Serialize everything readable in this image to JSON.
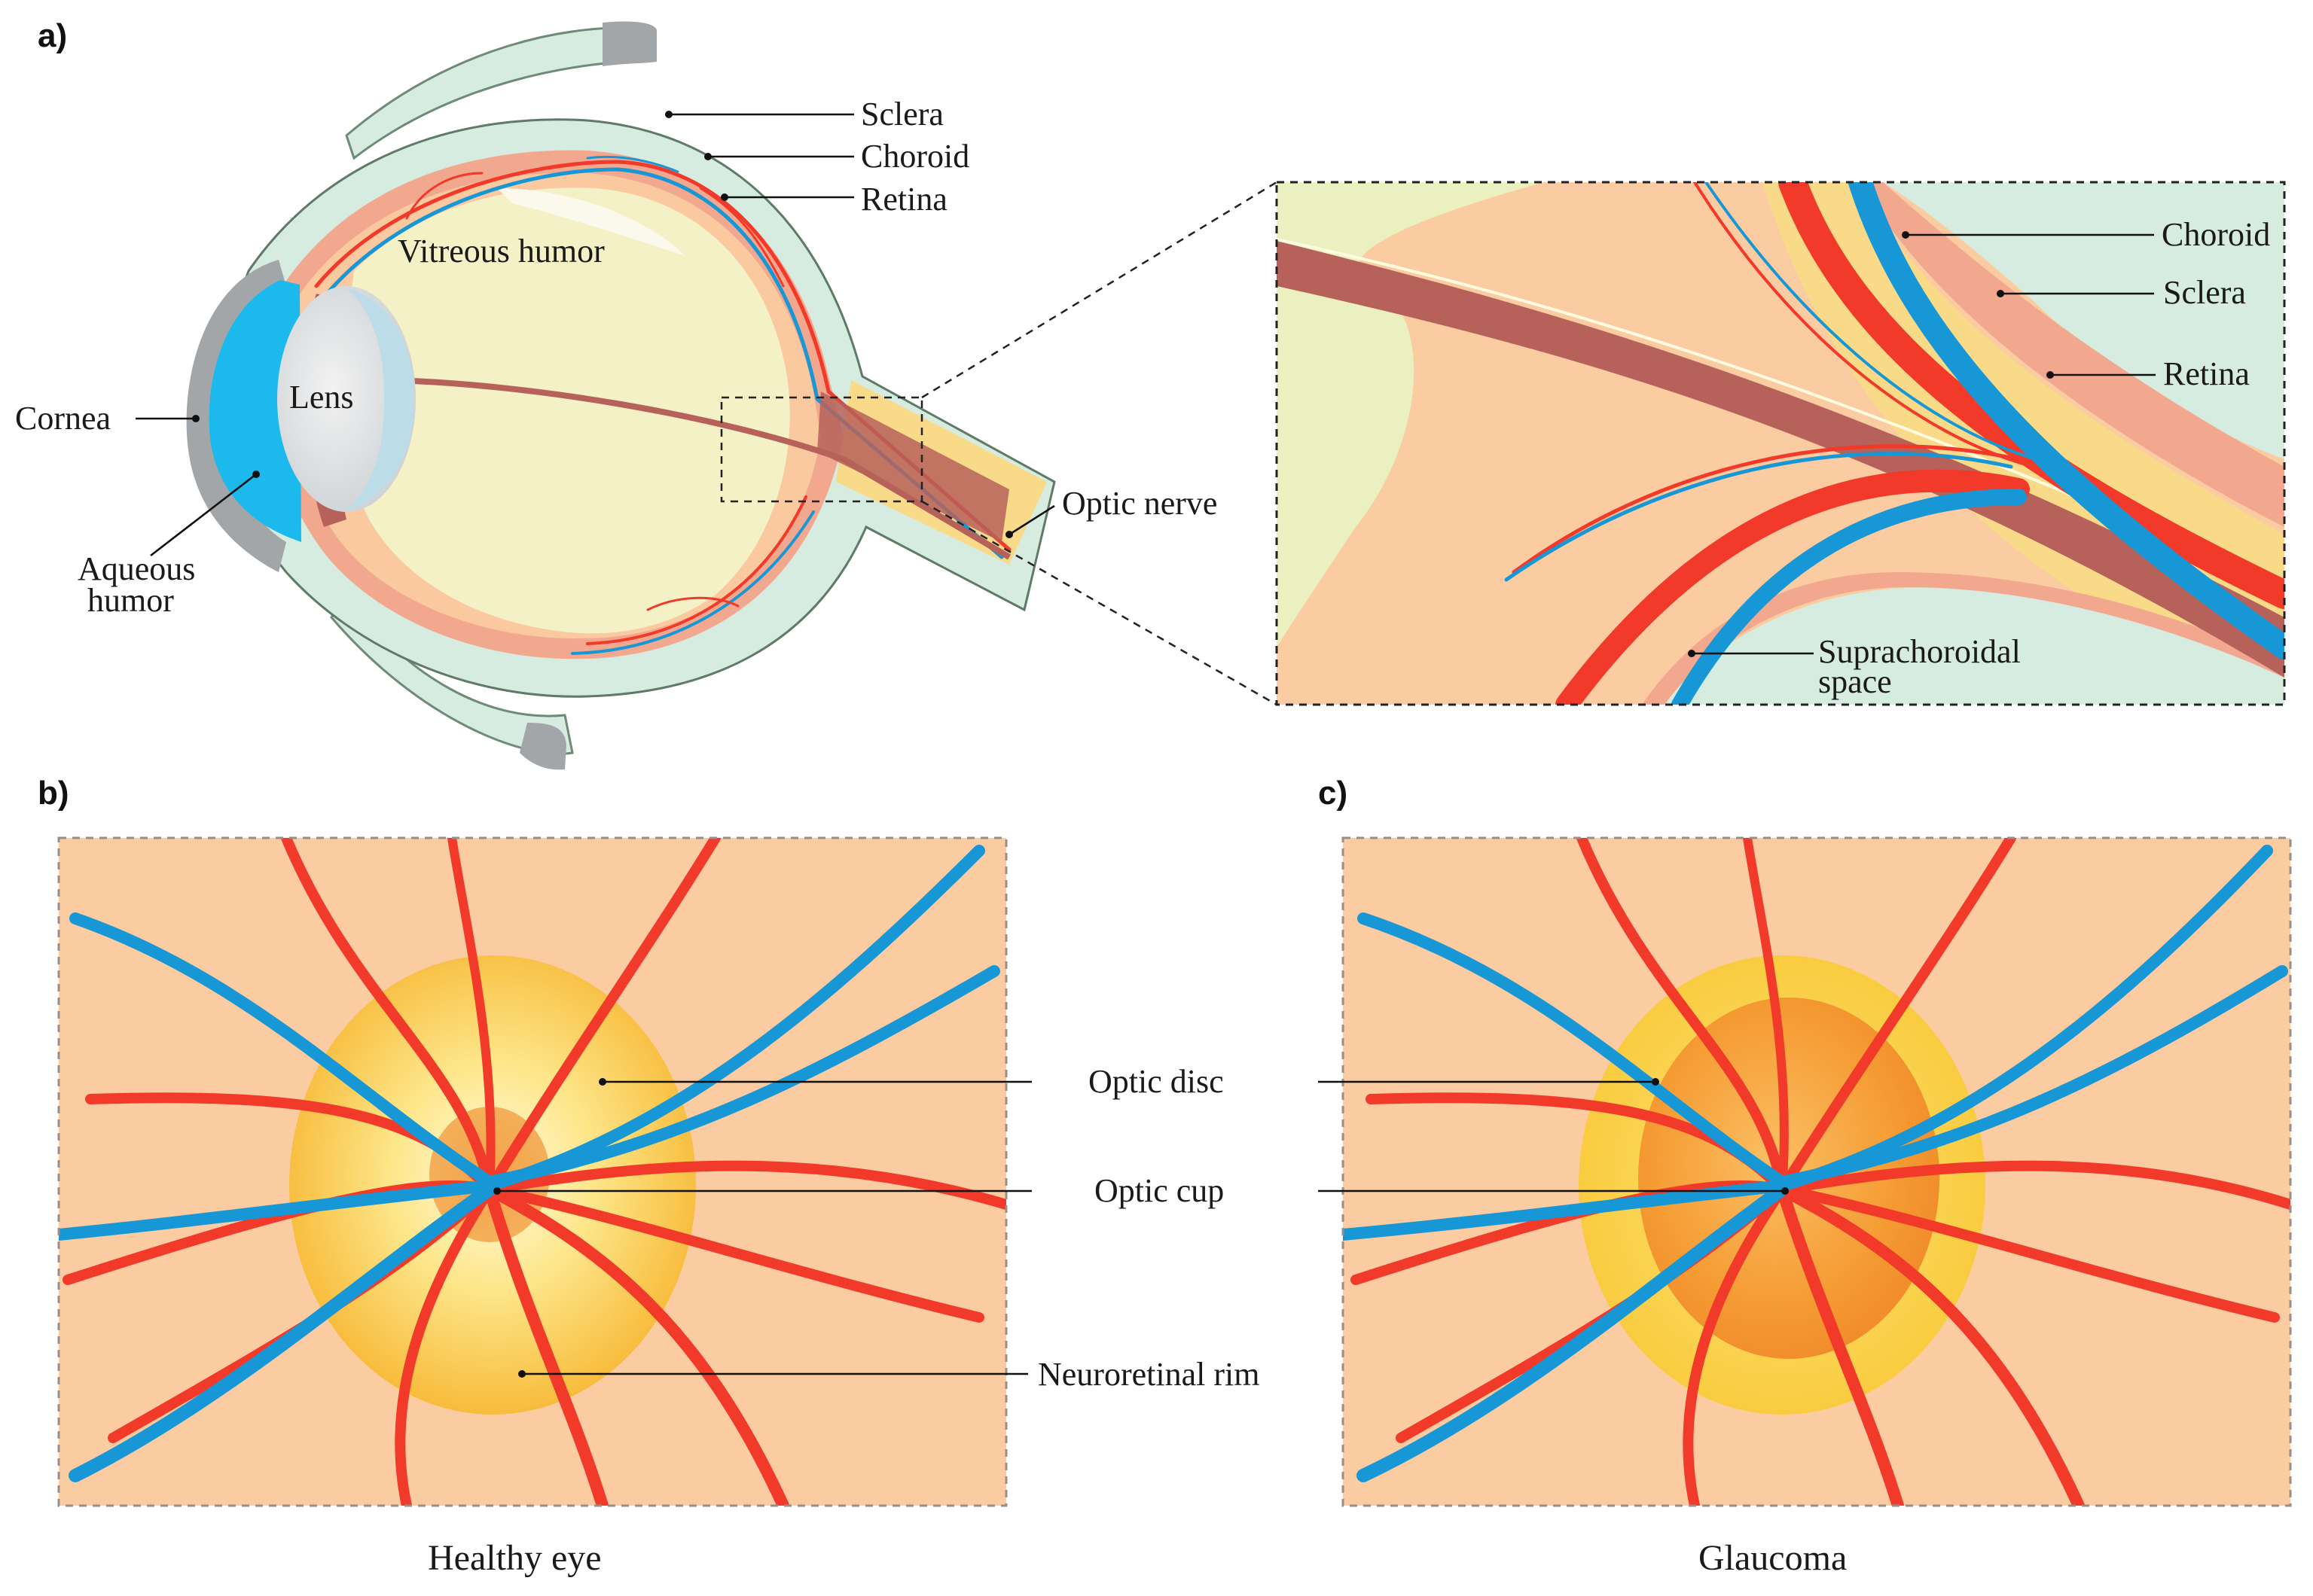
{
  "panels": {
    "a": {
      "label": "a)"
    },
    "b": {
      "label": "b)",
      "caption": "Healthy eye"
    },
    "c": {
      "label": "c)",
      "caption": "Glaucoma"
    }
  },
  "labels": {
    "sclera": "Sclera",
    "choroid": "Choroid",
    "retina": "Retina",
    "vitreous_humor": "Vitreous humor",
    "lens": "Lens",
    "cornea": "Cornea",
    "aqueous_humor_line1": "Aqueous",
    "aqueous_humor_line2": "humor",
    "optic_nerve": "Optic nerve",
    "inset_choroid": "Choroid",
    "inset_sclera": "Sclera",
    "inset_retina": "Retina",
    "suprachoroidal_line1": "Suprachoroidal",
    "suprachoroidal_line2": "space",
    "optic_disc": "Optic disc",
    "optic_cup": "Optic cup",
    "neuroretinal_rim": "Neuroretinal rim"
  },
  "colors": {
    "sclera": "#d6ece0",
    "choroid": "#f2a88f",
    "retina": "#f8da88",
    "vitreous": "#f4f1c6",
    "fundus": "#fbcba1",
    "artery": "#f23a2a",
    "vein": "#1897d6",
    "cornea": "#1bb9ec",
    "lens": "#e2e2e2",
    "nerve_tissue": "#b6615a",
    "disc_rim": "#fbd55c",
    "cup": "#f5a03a"
  }
}
